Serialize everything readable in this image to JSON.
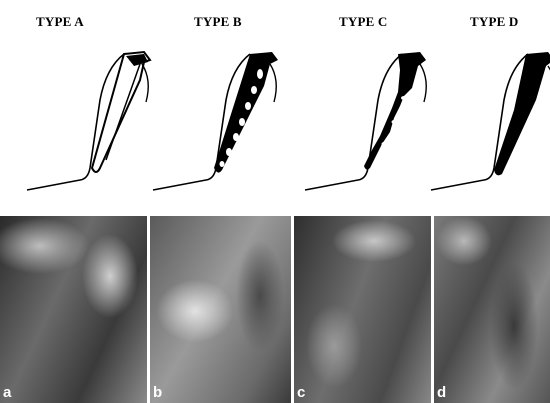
{
  "types": [
    {
      "label": "TYPE A",
      "style": "hollow"
    },
    {
      "label": "TYPE B",
      "style": "dotted"
    },
    {
      "label": "TYPE C",
      "style": "beaded"
    },
    {
      "label": "TYPE D",
      "style": "solid"
    }
  ],
  "panels": [
    {
      "letter": "a"
    },
    {
      "letter": "b"
    },
    {
      "letter": "c"
    },
    {
      "letter": "d"
    }
  ],
  "colors": {
    "ink": "#000000",
    "background": "#ffffff",
    "panel_letter": "#ffffff"
  }
}
